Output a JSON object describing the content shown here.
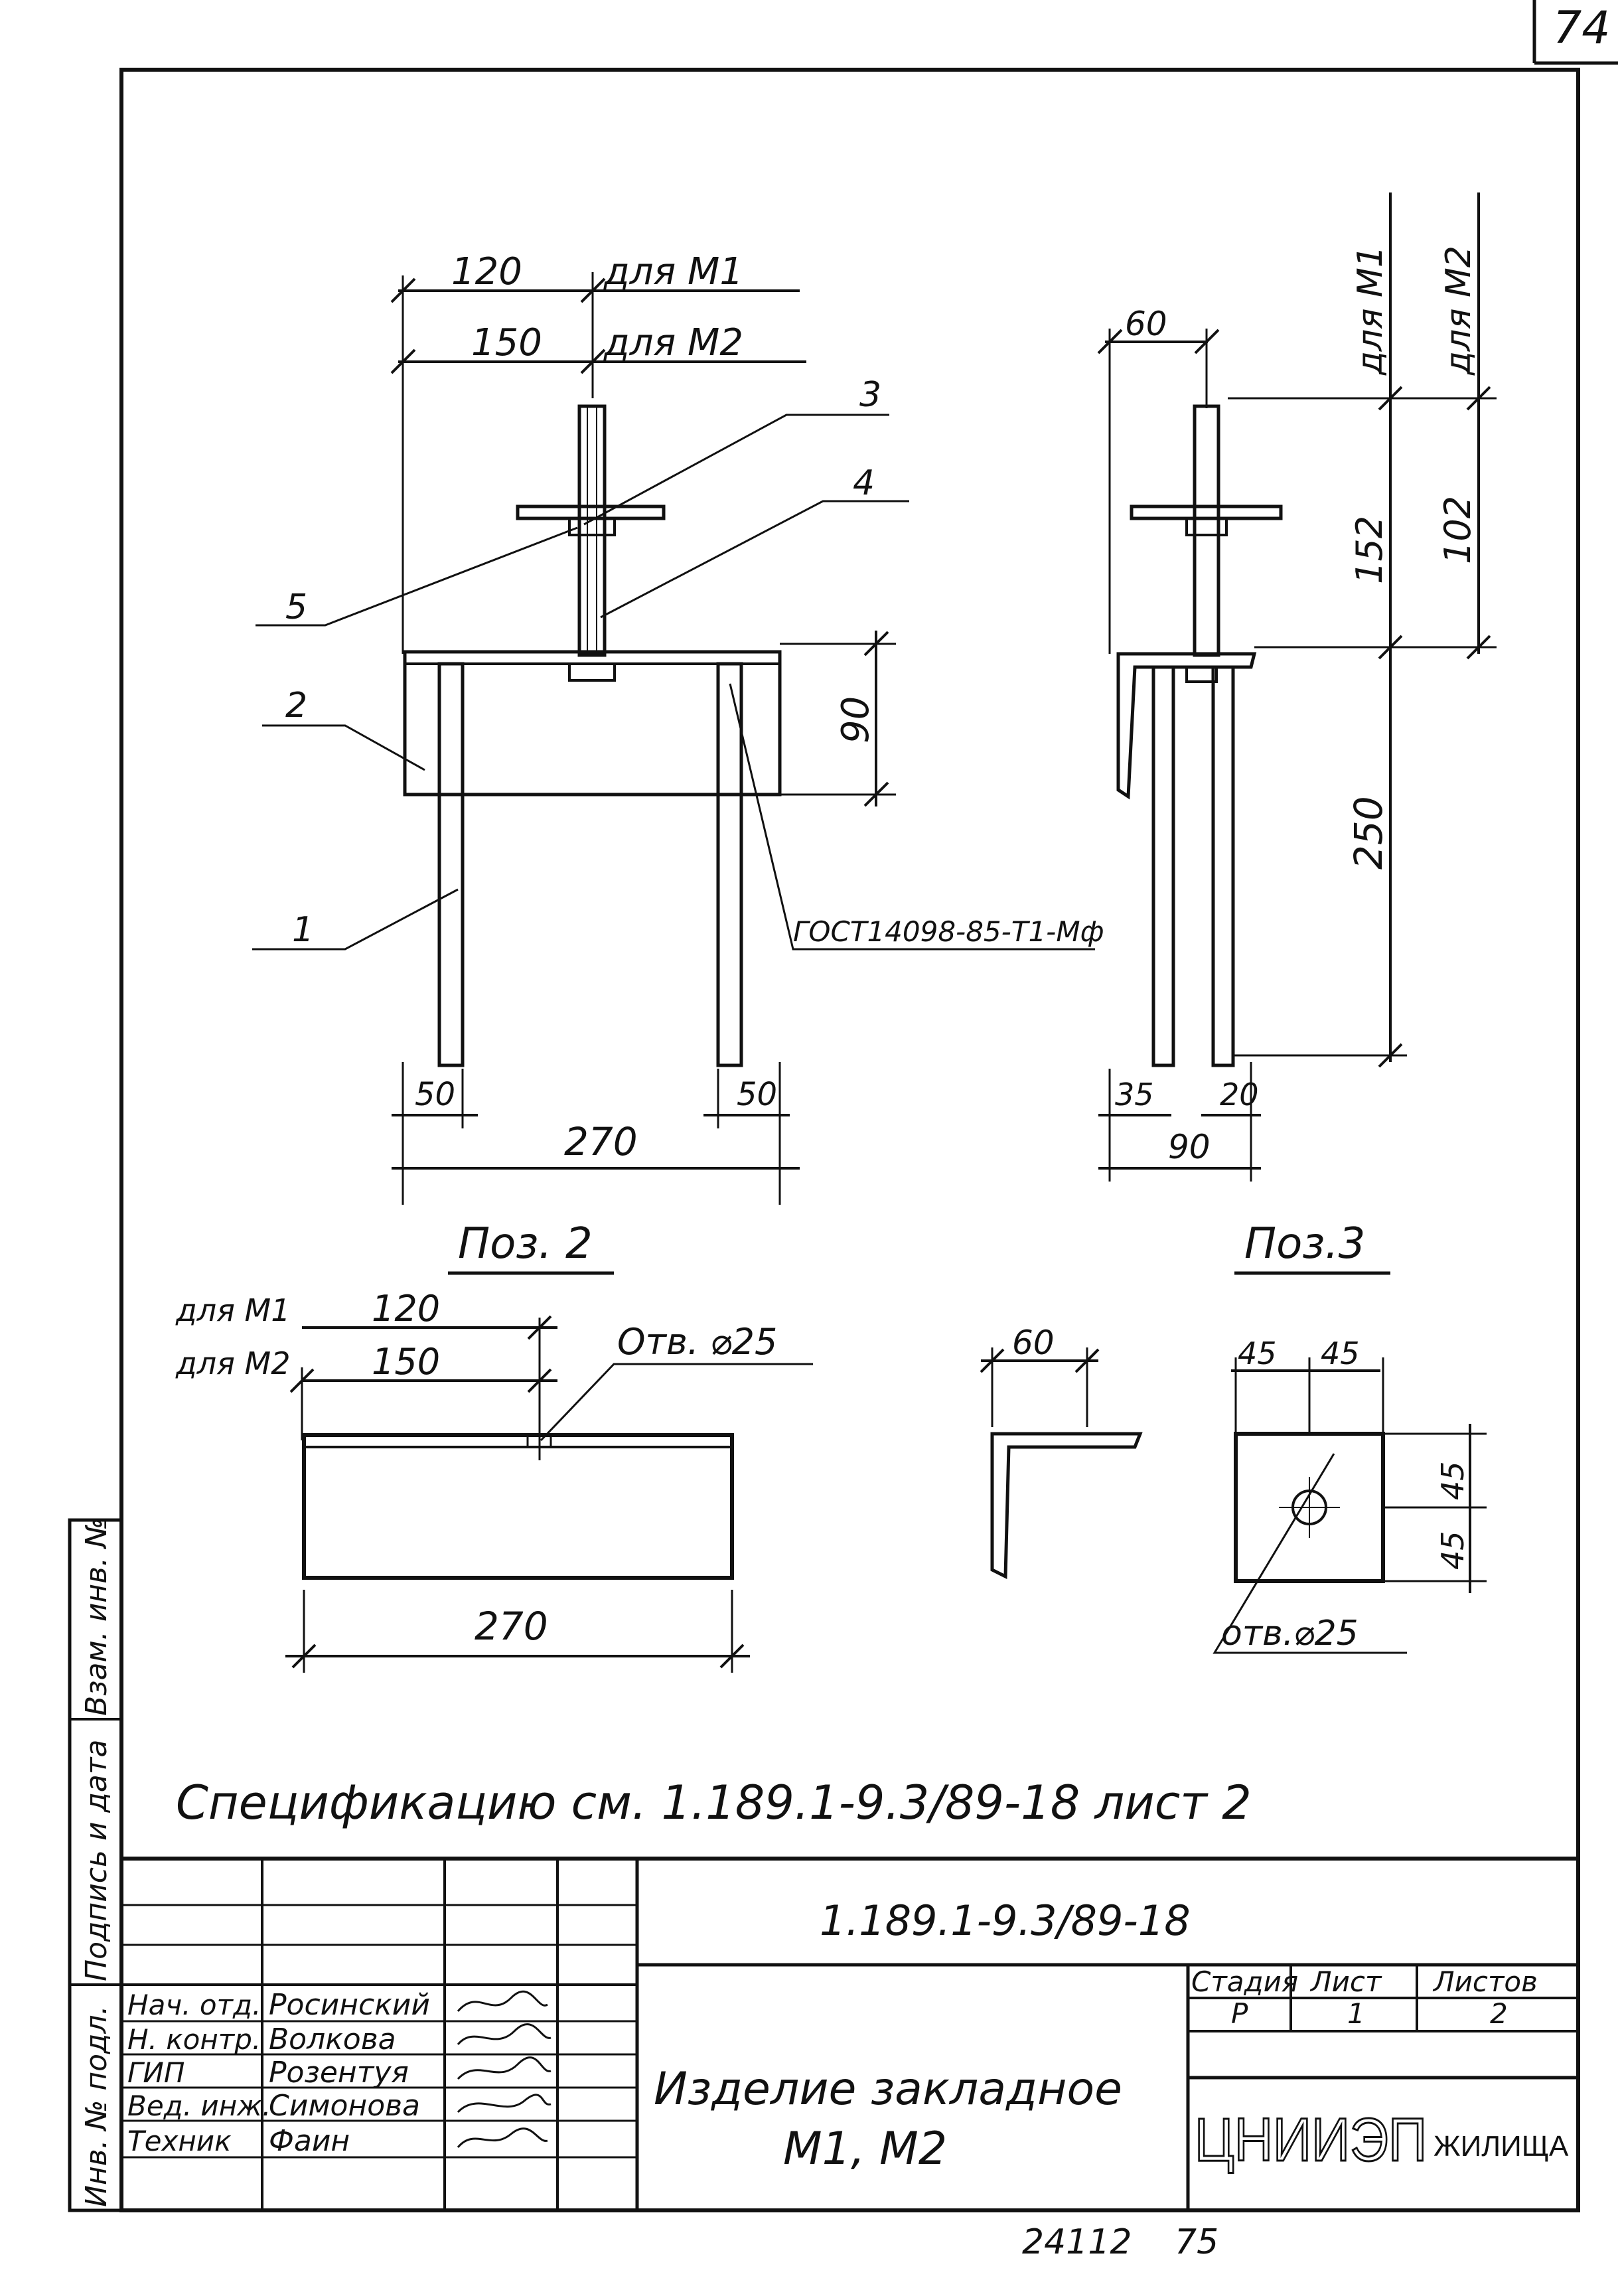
{
  "page_number": "74",
  "main_view": {
    "dim_120": "120",
    "label_m1": "для М1",
    "dim_150": "150",
    "label_m2": "для М2",
    "dim_90": "90",
    "dim_270": "270",
    "dim_50_left": "50",
    "dim_50_right": "50",
    "gost": "ГОСТ14098-85-Т1-Мф",
    "pos_1": "1",
    "pos_2": "2",
    "pos_3": "3",
    "pos_4": "4",
    "pos_5": "5"
  },
  "side_view": {
    "dim_60": "60",
    "dim_152": "152",
    "dim_102": "102",
    "dim_250": "250",
    "dim_35": "35",
    "dim_20": "20",
    "dim_90": "90",
    "label_m1": "для М1",
    "label_m2": "для М2"
  },
  "poz2": {
    "title": "Поз. 2",
    "label_m1": "для М1",
    "label_m2": "для М2",
    "dim_120": "120",
    "dim_150": "150",
    "hole": "Отв. ⌀25",
    "dim_270": "270"
  },
  "poz3": {
    "title": "Поз.3",
    "dim_60": "60",
    "dim_45_a": "45",
    "dim_45_b": "45",
    "dim_45_c": "45",
    "dim_45_d": "45",
    "hole": "отв.⌀25"
  },
  "spec_note": "Спецификацию см. 1.189.1-9.3/89-18 лист 2",
  "margin": {
    "vzam": "Взам. инв. №",
    "podpis": "Подпись и дата",
    "inv": "Инв. № подл."
  },
  "title_block": {
    "code": "1.189.1-9.3/89-18",
    "roles": [
      "Нач. отд.",
      "Н. контр.",
      "ГИП",
      "Вед. инж.",
      "Техник"
    ],
    "names": [
      "Росинский",
      "Волкова",
      "Розентуя",
      "Симонова",
      "Фаин"
    ],
    "product_line1": "Изделие закладное",
    "product_line2": "М1, М2",
    "stage_header": "Стадия",
    "sheet_header": "Лист",
    "sheets_header": "Листов",
    "stage": "Р",
    "sheet": "1",
    "sheets": "2",
    "org_logo": "ЦНИИЭП",
    "org_suffix": "ЖИЛИЩА"
  },
  "footer": {
    "num1": "24112",
    "num2": "75"
  }
}
